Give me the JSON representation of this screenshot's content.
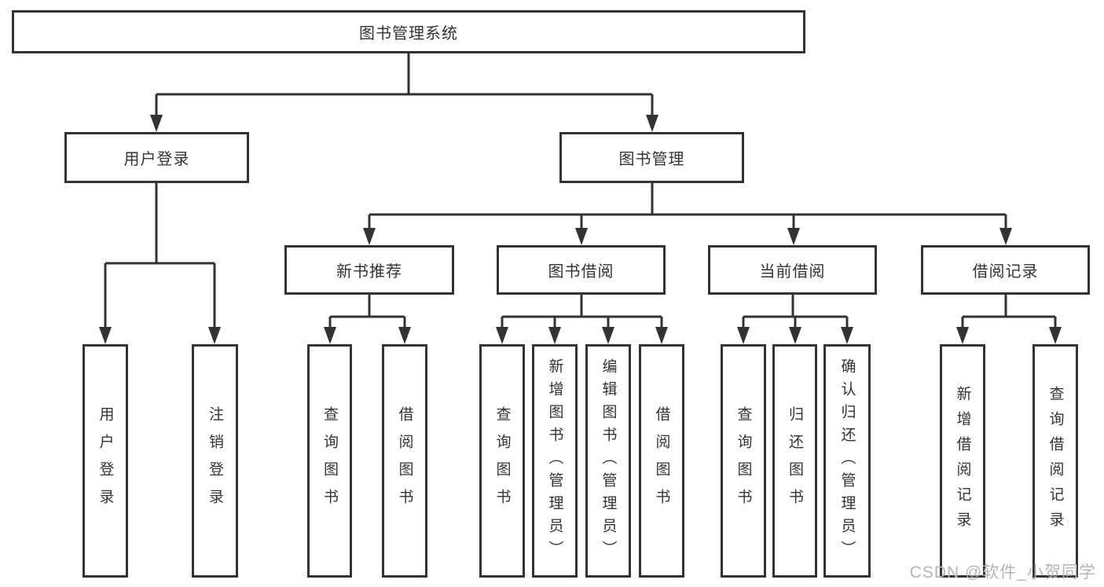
{
  "diagram_title": "图书管理系统",
  "nodes": [
    {
      "id": "system",
      "label": "图书管理系统",
      "orientation": "horizontal",
      "level": 1
    },
    {
      "id": "user-login-module",
      "label": "用户登录",
      "orientation": "horizontal",
      "level": 2
    },
    {
      "id": "book-mgmt",
      "label": "图书管理",
      "orientation": "horizontal",
      "level": 2
    },
    {
      "id": "new-book-rec",
      "label": "新书推荐",
      "orientation": "horizontal",
      "level": 3
    },
    {
      "id": "book-borrow",
      "label": "图书借阅",
      "orientation": "horizontal",
      "level": 3
    },
    {
      "id": "current-borrow",
      "label": "当前借阅",
      "orientation": "horizontal",
      "level": 3
    },
    {
      "id": "borrow-records",
      "label": "借阅记录",
      "orientation": "horizontal",
      "level": 3
    },
    {
      "id": "login",
      "label": "用户登录",
      "orientation": "vertical",
      "level": 4
    },
    {
      "id": "logout",
      "label": "注销登录",
      "orientation": "vertical",
      "level": 4
    },
    {
      "id": "query-books-1",
      "label": "查询图书",
      "orientation": "vertical",
      "level": 4
    },
    {
      "id": "borrow-books-1",
      "label": "借阅图书",
      "orientation": "vertical",
      "level": 4
    },
    {
      "id": "query-books-2",
      "label": "查询图书",
      "orientation": "vertical",
      "level": 4
    },
    {
      "id": "add-books-admin",
      "label": "新增图书（管理员）",
      "orientation": "vertical",
      "level": 4
    },
    {
      "id": "edit-books-admin",
      "label": "编辑图书（管理员）",
      "orientation": "vertical",
      "level": 4
    },
    {
      "id": "borrow-books-2",
      "label": "借阅图书",
      "orientation": "vertical",
      "level": 4
    },
    {
      "id": "query-books-3",
      "label": "查询图书",
      "orientation": "vertical",
      "level": 4
    },
    {
      "id": "return-books",
      "label": "归还图书",
      "orientation": "vertical",
      "level": 4
    },
    {
      "id": "confirm-return-admin",
      "label": "确认归还（管理员）",
      "orientation": "vertical",
      "level": 4
    },
    {
      "id": "add-borrow-record",
      "label": "新增借阅记录",
      "orientation": "vertical",
      "level": 4
    },
    {
      "id": "query-borrow-record",
      "label": "查询借阅记录",
      "orientation": "vertical",
      "level": 4
    }
  ],
  "hierarchy": {
    "图书管理系统": {
      "用户登录": [
        "用户登录",
        "注销登录"
      ],
      "图书管理": {
        "新书推荐": [
          "查询图书",
          "借阅图书"
        ],
        "图书借阅": [
          "查询图书",
          "新增图书（管理员）",
          "编辑图书（管理员）",
          "借阅图书"
        ],
        "当前借阅": [
          "查询图书",
          "归还图书",
          "确认归还（管理员）"
        ],
        "借阅记录": [
          "新增借阅记录",
          "查询借阅记录"
        ]
      }
    }
  },
  "watermark": "CSDN @软件_小贺同学",
  "colors": {
    "line": "#333333",
    "box_border": "#333333",
    "text": "#333333",
    "watermark": "#b5b5b5",
    "background": "#ffffff"
  }
}
